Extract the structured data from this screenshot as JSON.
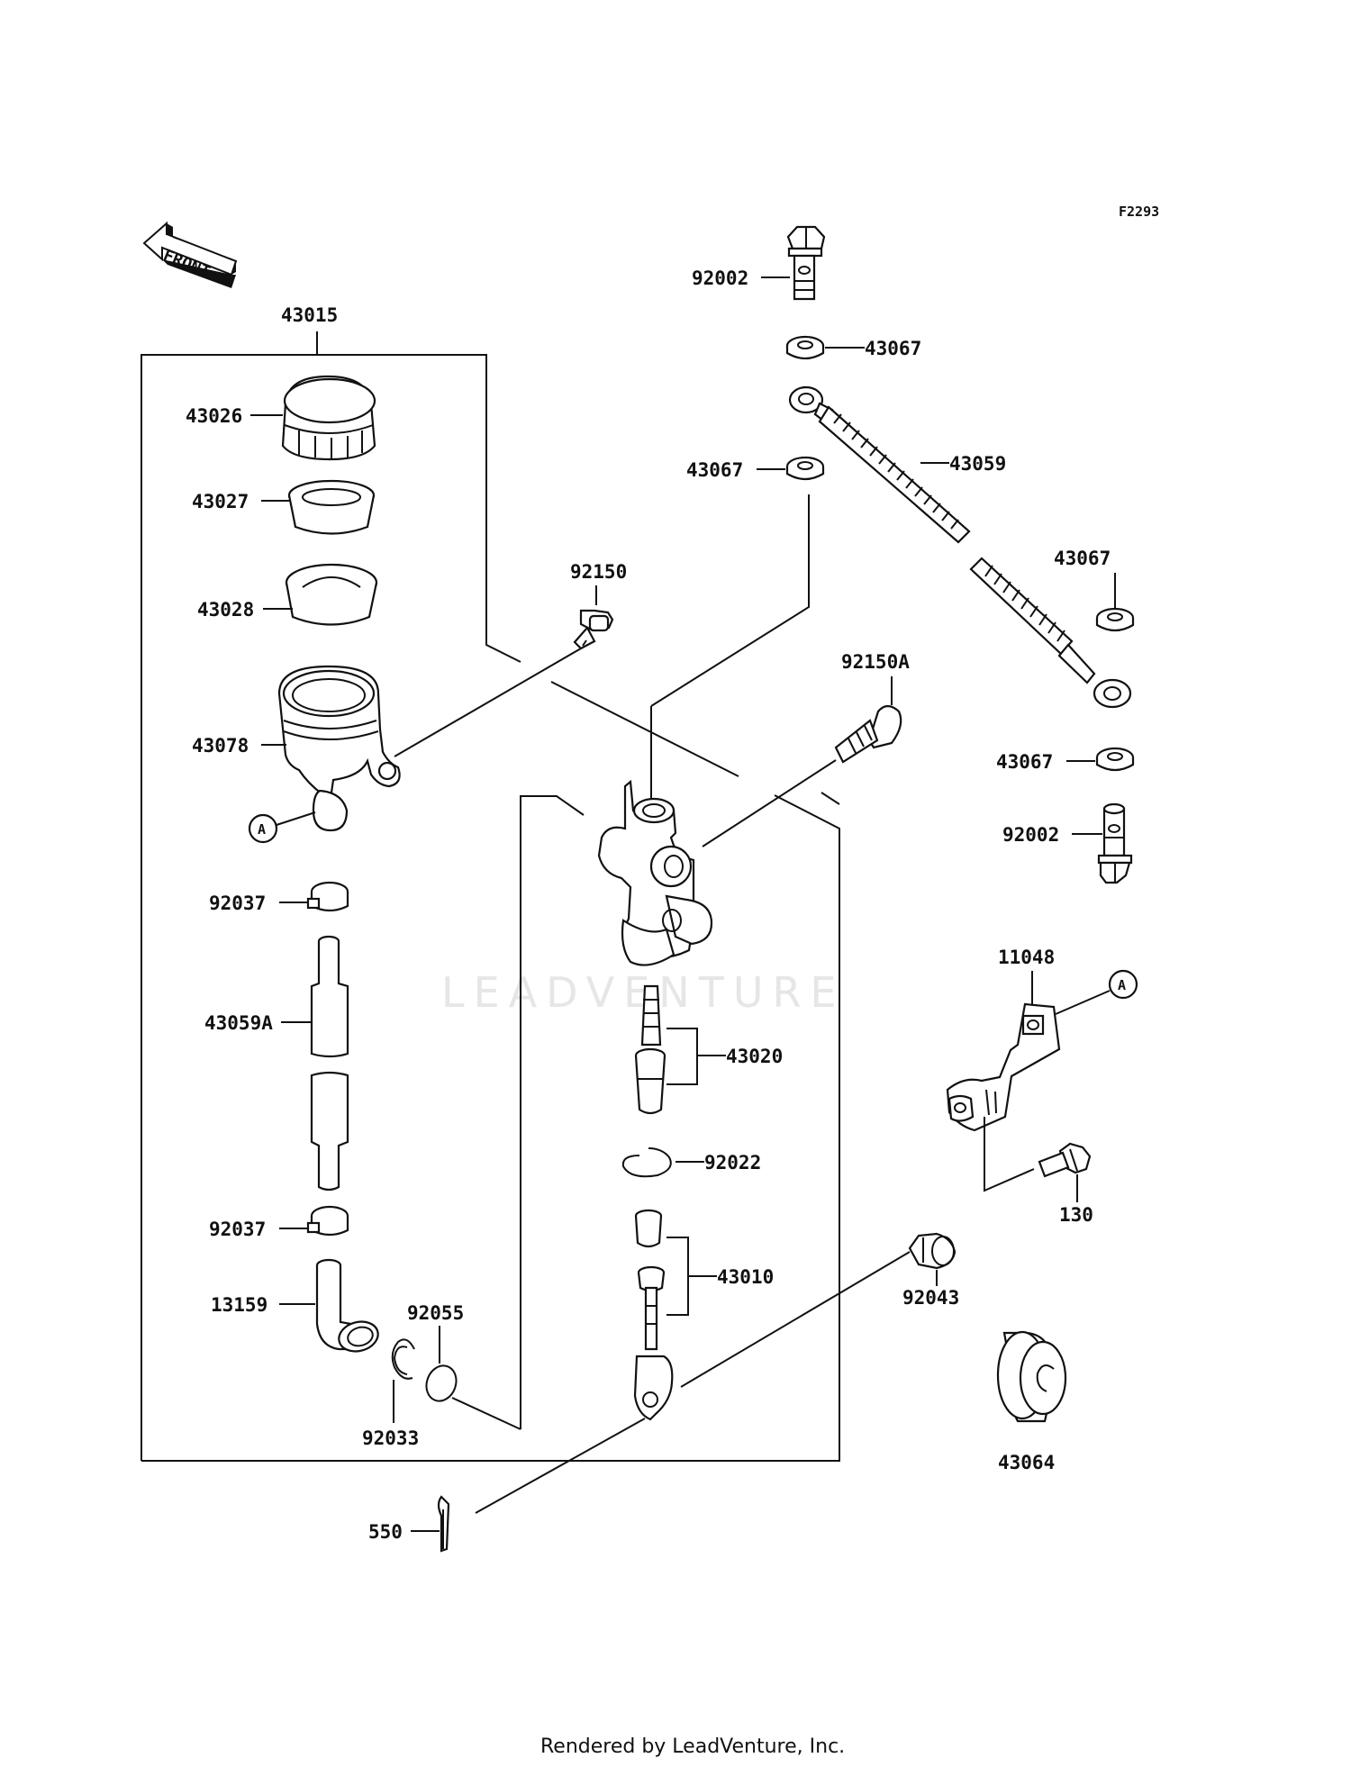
{
  "diagram_code": "F2293",
  "front_label": "FRONT",
  "watermark": "LEADVENTURE",
  "footer": "Rendered by LeadVenture, Inc.",
  "callout_ref": "A",
  "labels": {
    "p43015": "43015",
    "p43026": "43026",
    "p43027": "43027",
    "p43028": "43028",
    "p43078": "43078",
    "p92037a": "92037",
    "p43059A": "43059A",
    "p92037b": "92037",
    "p13159": "13159",
    "p92055": "92055",
    "p92033": "92033",
    "p550": "550",
    "p92150": "92150",
    "p92150A": "92150A",
    "p43020": "43020",
    "p92022": "92022",
    "p43010": "43010",
    "p92043": "92043",
    "p43064": "43064",
    "p92002a": "92002",
    "p43067a": "43067",
    "p43067b": "43067",
    "p43059": "43059",
    "p43067c": "43067",
    "p43067d": "43067",
    "p92002b": "92002",
    "p11048": "11048",
    "p130": "130"
  }
}
